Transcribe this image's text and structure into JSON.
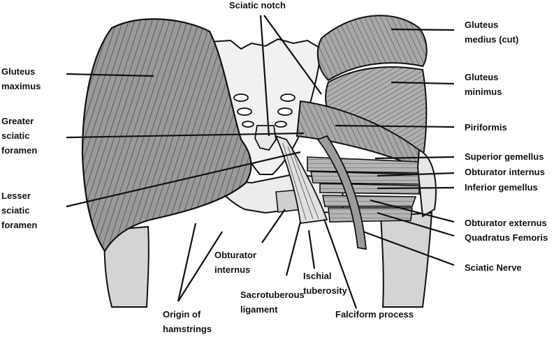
{
  "labels": {
    "sciatic_notch": "Sciatic notch",
    "gluteus_maximus": [
      "Gluteus",
      "maximus"
    ],
    "greater_sciatic_foramen": [
      "Greater",
      "sciatic",
      "foramen"
    ],
    "lesser_sciatic_foramen": [
      "Lesser",
      "sciatic",
      "foramen"
    ],
    "gluteus_medius": [
      "Gluteus",
      "medius (cut)"
    ],
    "gluteus_minimus": [
      "Gluteus",
      "minimus"
    ],
    "piriformis": "Piriformis",
    "superior_gemellus": "Superior gemellus",
    "obturator_internus_right": "Obturator internus",
    "inferior_gemellus": "Inferior gemellus",
    "obturator_externus": "Obturator externus",
    "quadratus_femoris": "Quadratus Femoris",
    "sciatic_nerve": "Sciatic Nerve",
    "obturator_internus_bottom": [
      "Obturator",
      "internus"
    ],
    "ischial_tuberosity": [
      "Ischial",
      "tuberosity"
    ],
    "sacrotuberous_ligament": [
      "Sacrotuberous",
      "ligament"
    ],
    "falciform_process": "Falciform process",
    "origin_of_hamstrings": [
      "Origin of",
      "hamstrings"
    ]
  },
  "colors": {
    "ink": "#111111",
    "muscle": "#8c8c8c",
    "muscle_light": "#c8c8c8",
    "bone": "#f1f1f1",
    "ligament": "#e0e0e0"
  }
}
